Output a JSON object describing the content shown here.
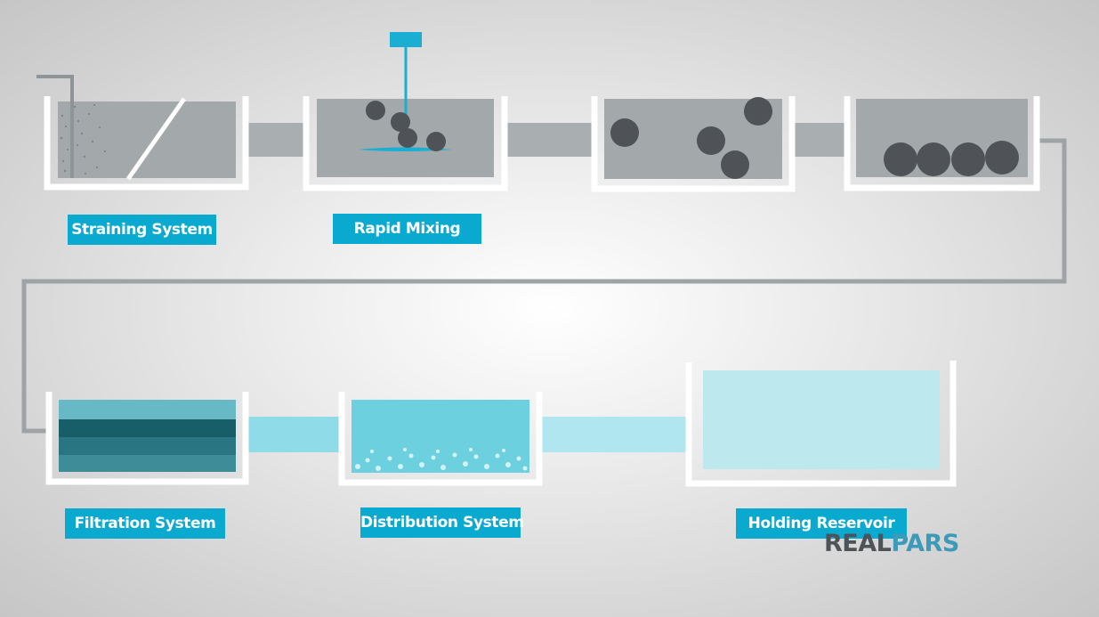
{
  "stages": {
    "straining": "Straining System",
    "rapid_mixing": "Rapid Mixing",
    "filtration": "Filtration System",
    "distribution": "Distribution System",
    "holding": "Holding Reservoir"
  },
  "logo": {
    "part1": "REAL",
    "part2": "PARS"
  },
  "colors": {
    "label_bg": "#0aa9cf",
    "label_text": "#ffffff",
    "tank_wall": "#ffffff",
    "raw_water": "#a3a8aa",
    "floc": "#4f5357",
    "pipe_gray": "#a9aeb0",
    "clear_pipe": "#b0e6f0",
    "filter_layers": [
      "#67b9c6",
      "#175e69",
      "#2a7582",
      "#3d8c97"
    ],
    "distribution_water": "#6cd0de",
    "reservoir_water": "#bde8ee",
    "mixer": "#1aaed3",
    "logo_dark": "#4d5358",
    "logo_blue": "#3c9bb8"
  }
}
